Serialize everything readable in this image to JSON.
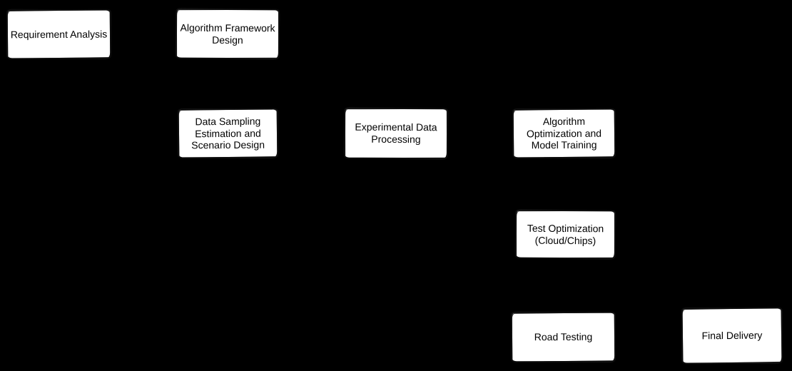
{
  "diagram": {
    "type": "flowchart",
    "background_color": "#000000",
    "node_style": {
      "fill_color": "#ffffff",
      "border_color": "#0d0d0d",
      "text_color": "#000000"
    },
    "nodes": [
      {
        "id": "requirement-analysis",
        "label": "Requirement Analysis"
      },
      {
        "id": "algorithm-framework-design",
        "label": "Algorithm Framework Design"
      },
      {
        "id": "data-sampling-estimation-and-scenario-design",
        "label": "Data Sampling Estimation and Scenario Design"
      },
      {
        "id": "experimental-data-processing",
        "label": "Experimental Data Processing"
      },
      {
        "id": "algorithm-optimization-and-model-training",
        "label": "Algorithm Optimization and Model Training"
      },
      {
        "id": "test-optimization-cloud-chips",
        "label": "Test Optimization (Cloud/Chips)"
      },
      {
        "id": "road-testing",
        "label": "Road Testing"
      },
      {
        "id": "final-delivery",
        "label": "Final Delivery"
      }
    ]
  }
}
